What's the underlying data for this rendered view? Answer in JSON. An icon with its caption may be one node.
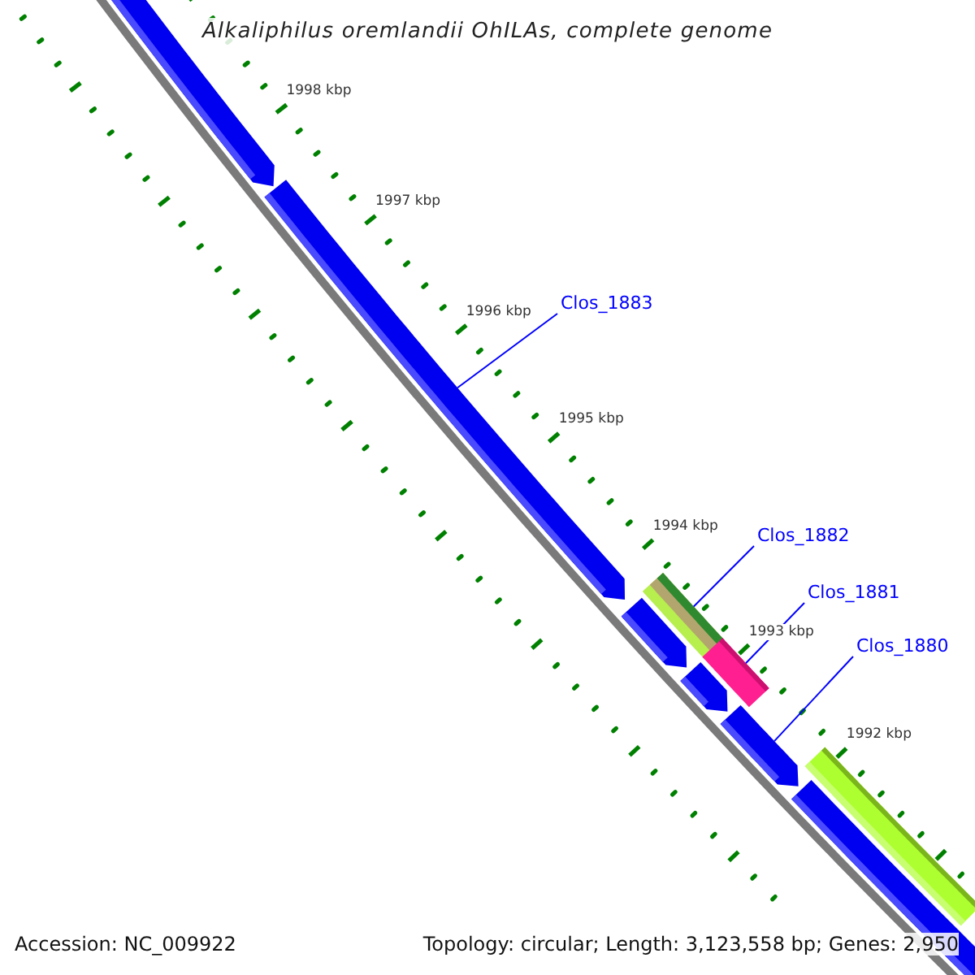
{
  "diagram": {
    "title": "Alkaliphilus oremlandii OhILAs, complete genome",
    "nodes": [
      {
        "text": [],
        "shape": "arrow"
      },
      {
        "text": [],
        "shape": "arrow"
      },
      {
        "text": [],
        "shape": "bar"
      },
      {
        "text": [],
        "shape": "arrow"
      },
      {
        "text": [],
        "shape": "bar"
      },
      {
        "text": [],
        "shape": "arrow"
      },
      {
        "text": [],
        "shape": "arrow"
      },
      {
        "text": [],
        "shape": "bar"
      },
      {
        "text": [],
        "shape": "arrow"
      },
      {
        "text": [
          "Clos_1883"
        ]
      },
      {
        "text": [
          "Clos_1882"
        ]
      },
      {
        "text": [
          "Clos_1881"
        ]
      },
      {
        "text": [
          "Clos_1880"
        ]
      }
    ],
    "edges": [
      {
        "from": 9,
        "to": 1,
        "arrow": "none"
      },
      {
        "from": 10,
        "to": 2,
        "arrow": "none"
      },
      {
        "from": 11,
        "to": 4,
        "arrow": "none"
      },
      {
        "from": 12,
        "to": 6,
        "arrow": "none"
      }
    ],
    "labels": [
      "1998 kbp",
      "1997 kbp",
      "1996 kbp",
      "1995 kbp",
      "1994 kbp",
      "1993 kbp",
      "1992 kbp",
      "Accession: NC_009922",
      "Topology: circular; Length: 3,123,558 bp; Genes: 2,950"
    ]
  }
}
